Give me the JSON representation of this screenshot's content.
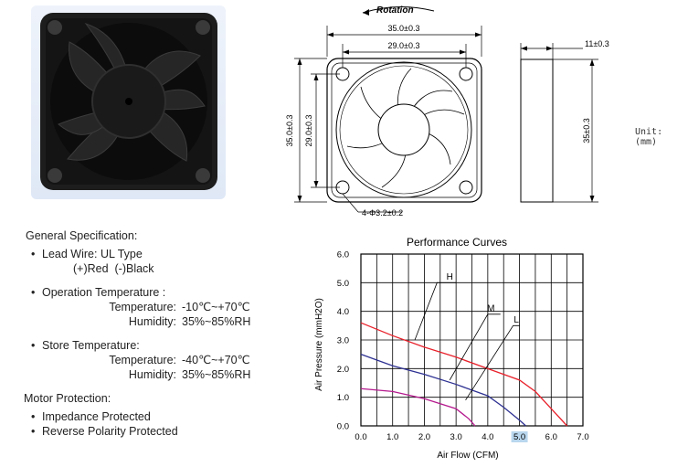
{
  "drawing": {
    "rotation_label": "Rotation",
    "dim_outer_width": "35.0±0.3",
    "dim_hole_width": "29.0±0.3",
    "dim_outer_height": "35.0±0.3",
    "dim_hole_height": "29.0±0.3",
    "dim_holes": "4-Φ3.2±0.2",
    "dim_depth": "11±0.3",
    "dim_side_height": "35±0.3",
    "unit_label": "Unit: (mm)"
  },
  "spec": {
    "heading": "General Specification:",
    "lead_wire_label": "Lead Wire:",
    "lead_wire_value": "UL Type",
    "lead_wire_colors": "(+)Red  (-)Black",
    "op_temp_label": "Operation Temperature :",
    "op_temp_k": "Temperature:",
    "op_temp_v": "-10℃~+70℃",
    "op_hum_k": "Humidity:",
    "op_hum_v": "35%~85%RH",
    "store_temp_label": "Store Temperature:",
    "store_temp_k": "Temperature:",
    "store_temp_v": "-40℃~+70℃",
    "store_hum_k": "Humidity:",
    "store_hum_v": "35%~85%RH",
    "motor_heading": "Motor Protection:",
    "motor_items": [
      "Impedance Protected",
      "Reverse Polarity Protected"
    ]
  },
  "chart_data": {
    "type": "line",
    "title": "Performance   Curves",
    "xlabel": "Air Flow (CFM)",
    "ylabel": "Air Pressure (mmH2O)",
    "xlim": [
      0,
      7.0
    ],
    "ylim": [
      0,
      6.0
    ],
    "x_ticks": [
      "0.0",
      "1.0",
      "2.0",
      "3.0",
      "4.0",
      "5.0",
      "6.0",
      "7.0"
    ],
    "y_ticks": [
      "0.0",
      "1.0",
      "2.0",
      "3.0",
      "4.0",
      "5.0",
      "6.0"
    ],
    "grid": true,
    "series": [
      {
        "name": "H",
        "color": "#e8202a",
        "x": [
          0,
          1.0,
          2.0,
          3.0,
          4.0,
          5.0,
          5.5,
          6.0,
          6.5
        ],
        "y": [
          3.6,
          3.15,
          2.75,
          2.4,
          2.0,
          1.6,
          1.2,
          0.6,
          0.0
        ]
      },
      {
        "name": "M",
        "color": "#2e3192",
        "x": [
          0,
          1.0,
          2.0,
          3.0,
          4.0,
          4.5,
          5.0,
          5.2
        ],
        "y": [
          2.5,
          2.1,
          1.8,
          1.45,
          1.05,
          0.65,
          0.2,
          0.0
        ]
      },
      {
        "name": "L",
        "color": "#b5198e",
        "x": [
          0,
          1.0,
          2.0,
          3.0,
          3.4,
          3.6
        ],
        "y": [
          1.3,
          1.2,
          0.95,
          0.6,
          0.25,
          0.0
        ]
      }
    ],
    "highlight_tick": "5.0"
  }
}
